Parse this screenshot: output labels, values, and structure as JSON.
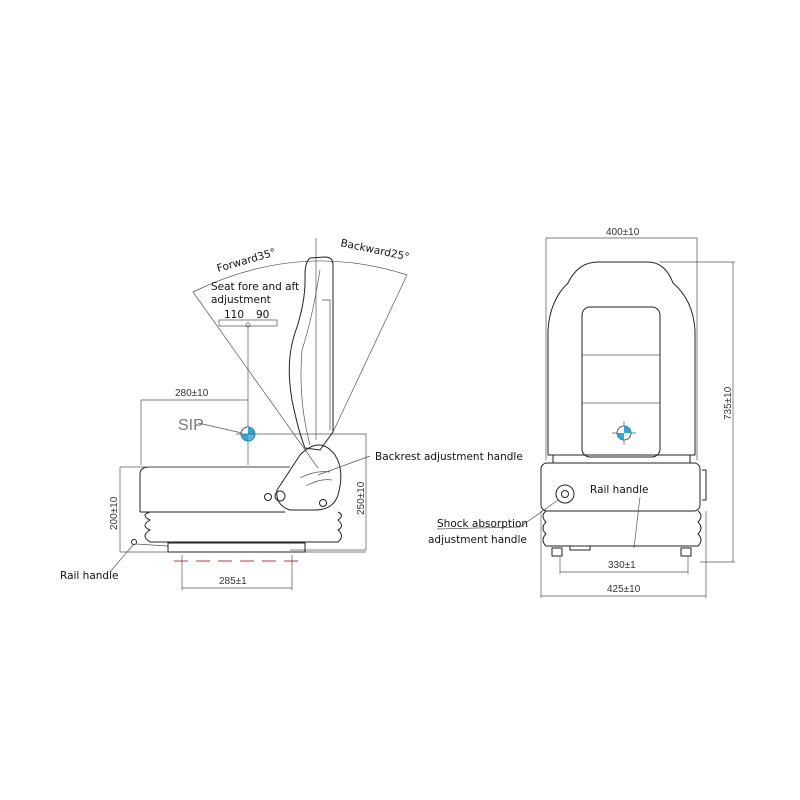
{
  "side_view": {
    "forward_angle": "Forward35°",
    "backward_angle": "Backward25°",
    "fore_aft_line1": "Seat fore and aft",
    "fore_aft_line2": "adjustment",
    "fore_travel": "110",
    "aft_travel": "90",
    "sip_horizontal": "280±10",
    "sip_label": "SIP",
    "backrest_handle": "Backrest adjustment handle",
    "sip_height": "250±10",
    "seat_height": "200±10",
    "rail_handle": "Rail handle",
    "rail_spacing": "285±1"
  },
  "front_view": {
    "backrest_width": "400±10",
    "overall_height": "735±10",
    "rail_handle": "Rail handle",
    "shock_line1": "Shock absorption",
    "shock_line2": "adjustment handle",
    "rail_spacing": "330±1",
    "base_width": "425±10"
  },
  "colors": {
    "sip_marker": "#29a8e0",
    "rail_centerline": "#d03030"
  }
}
